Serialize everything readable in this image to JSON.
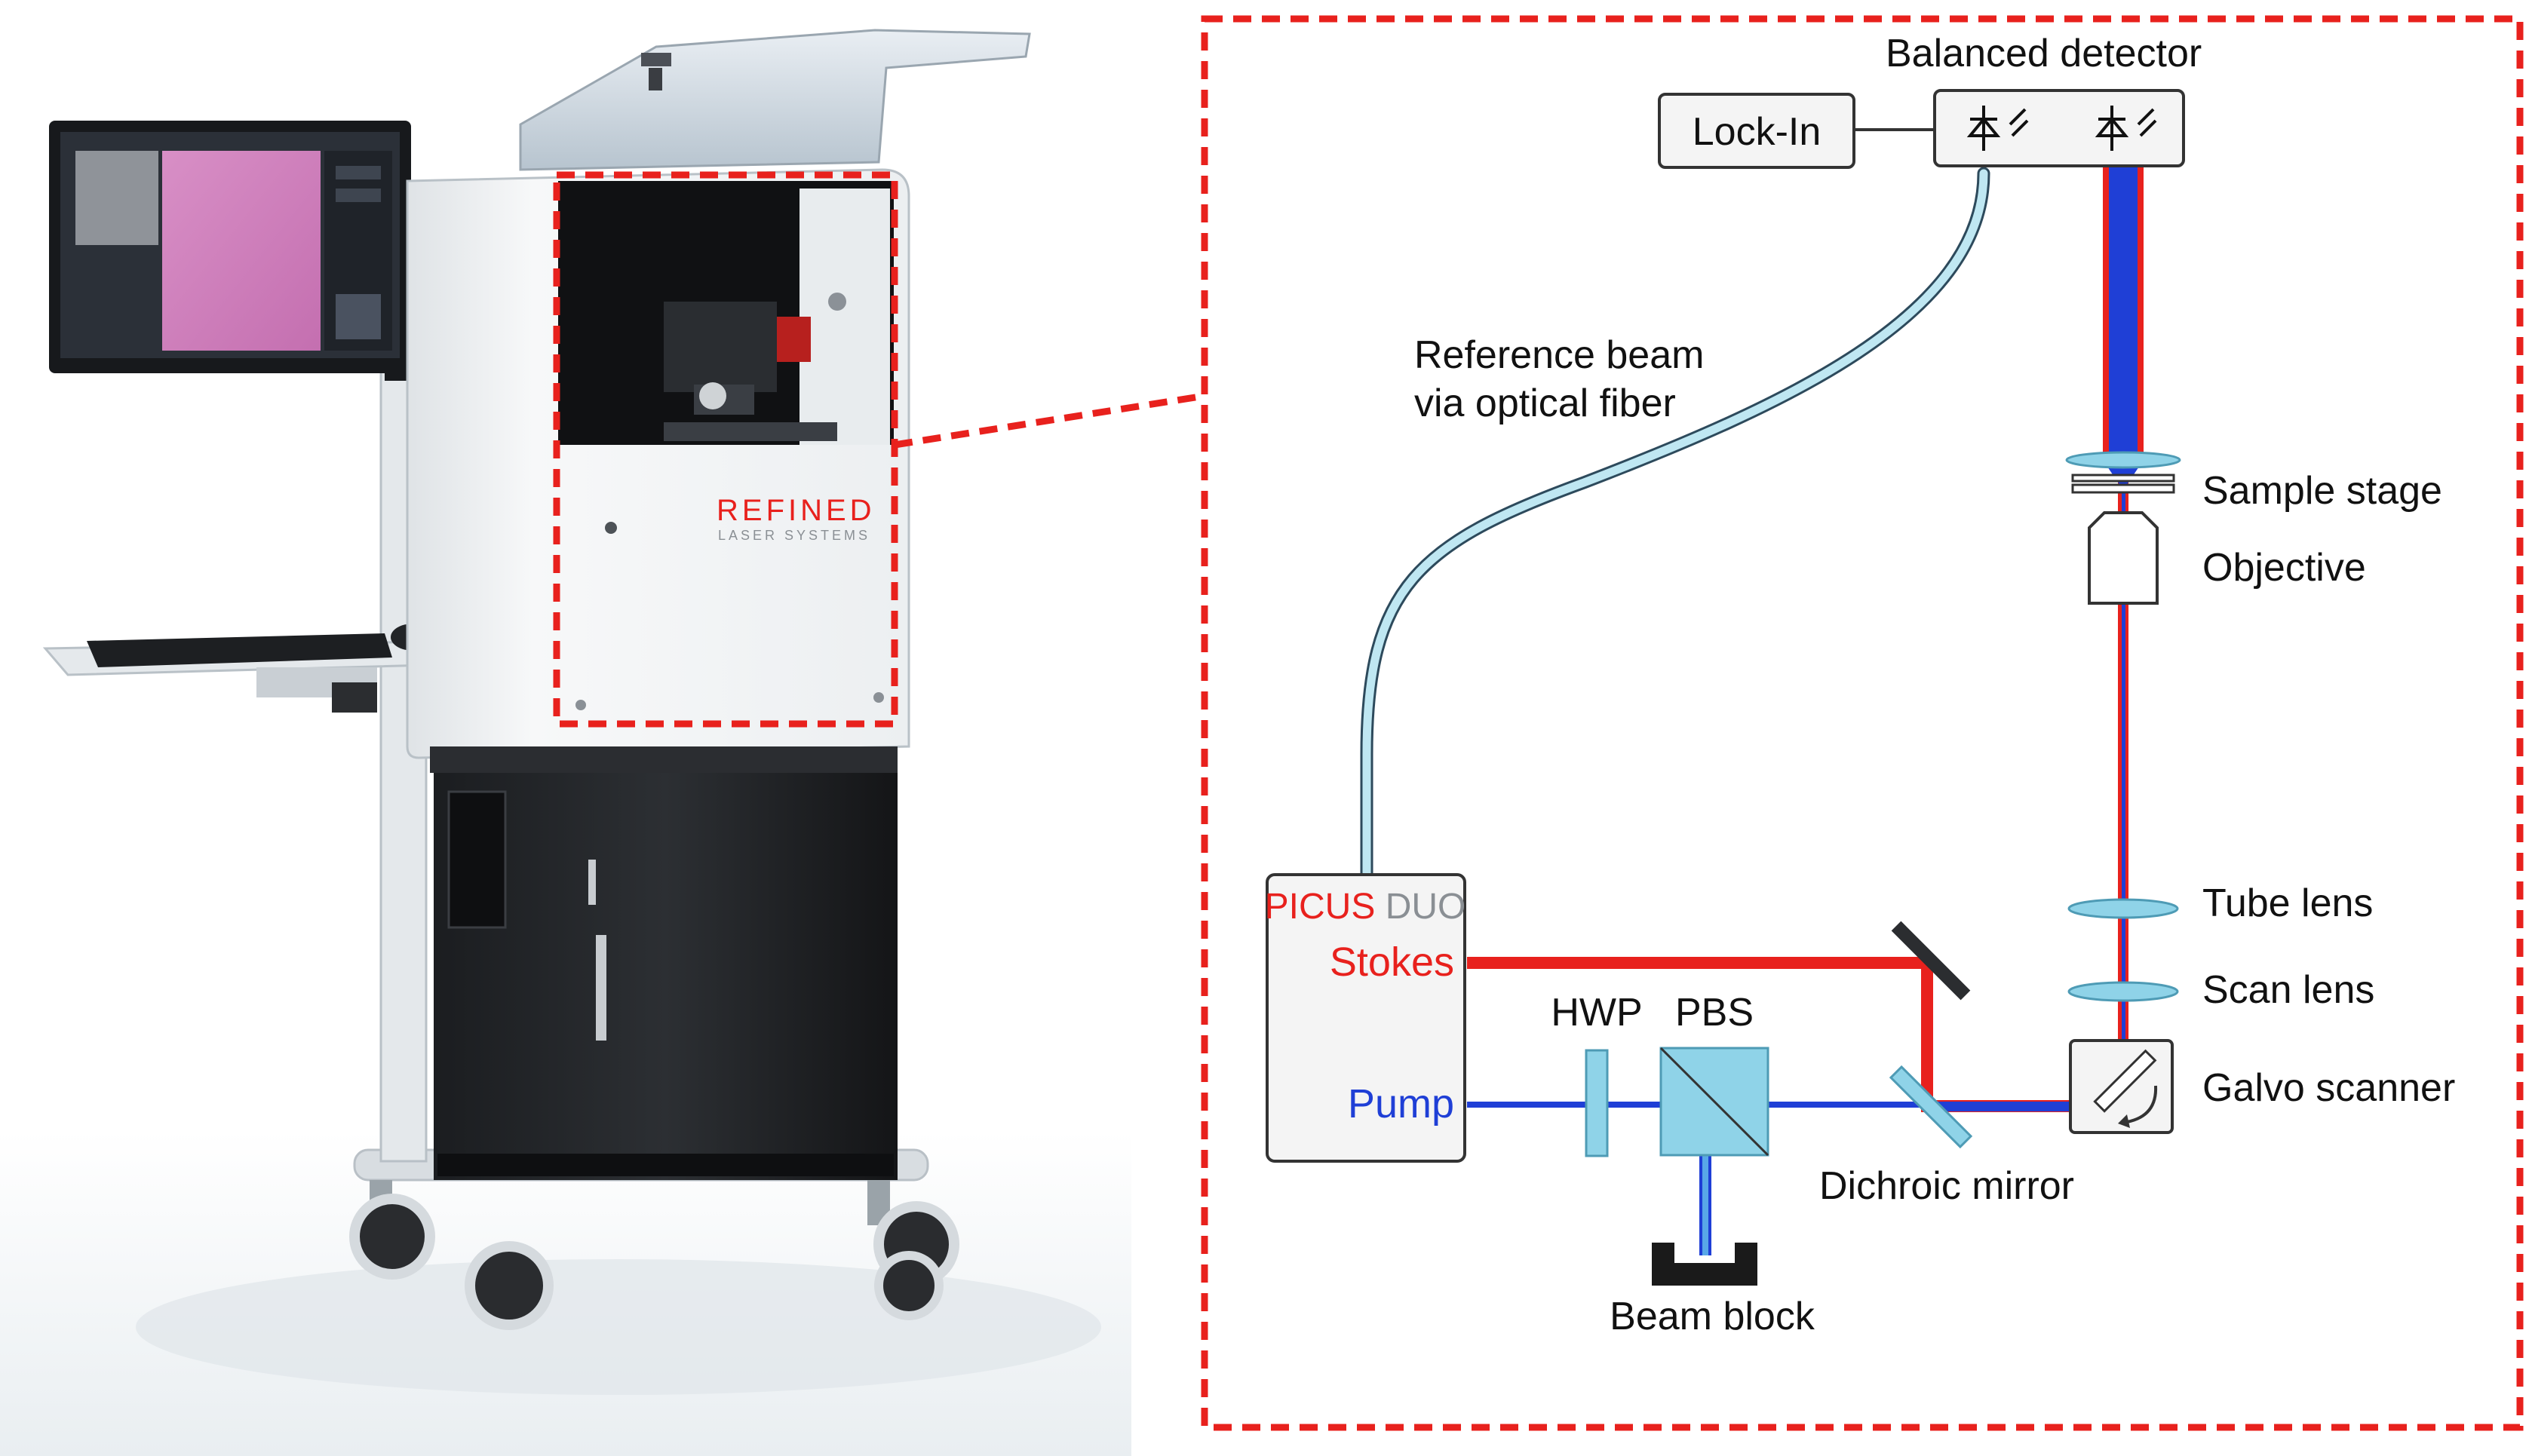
{
  "photo": {
    "brand_line1": "REFINED",
    "brand_line2": "LASER SYSTEMS"
  },
  "diagram": {
    "balanced_detector": "Balanced detector",
    "lock_in": "Lock-In",
    "reference_beam_line1": "Reference beam",
    "reference_beam_line2": "via optical fiber",
    "sample_stage": "Sample stage",
    "objective": "Objective",
    "tube_lens": "Tube lens",
    "scan_lens": "Scan lens",
    "galvo_scanner": "Galvo scanner",
    "dichroic_mirror": "Dichroic mirror",
    "beam_block": "Beam block",
    "hwp": "HWP",
    "pbs": "PBS",
    "laser_name_part1": "PICUS",
    "laser_name_part2": "DUO",
    "stokes": "Stokes",
    "pump": "Pump"
  },
  "colors": {
    "highlight_dash": "#e8211d",
    "stokes_beam": "#e8211d",
    "pump_beam": "#1f3fd6",
    "fiber": "#9fd3e6",
    "optics": "#8fd3e8"
  }
}
